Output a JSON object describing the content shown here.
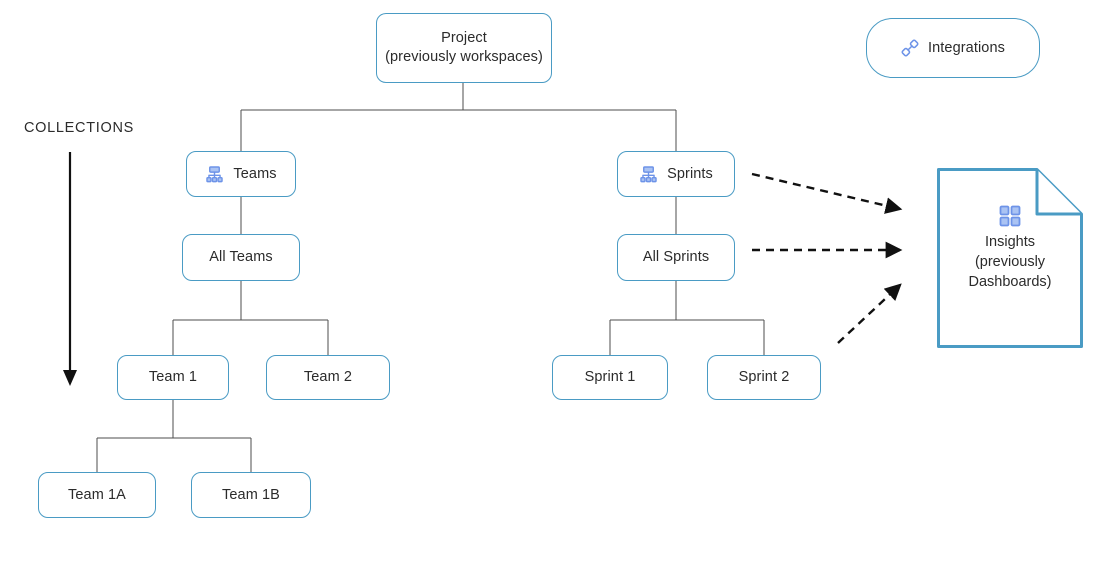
{
  "diagram": {
    "type": "hierarchy-flowchart",
    "accent_color": "#4a9bc4",
    "icon_color": "#6d93e8",
    "line_color": "#4d4d4d",
    "text_color": "#2b2b2b",
    "background": "#ffffff"
  },
  "annotations": {
    "collections_label": "COLLECTIONS"
  },
  "nodes": {
    "project": {
      "label": "Project\n(previously workspaces)",
      "shape": "rounded-rect"
    },
    "integrations": {
      "label": "Integrations",
      "icon": "link-chain-icon",
      "shape": "pill"
    },
    "teams": {
      "label": "Teams",
      "icon": "sitemap-icon",
      "shape": "rounded-rect"
    },
    "sprints": {
      "label": "Sprints",
      "icon": "sitemap-icon",
      "shape": "rounded-rect"
    },
    "all_teams": {
      "label": "All Teams",
      "shape": "rounded-rect"
    },
    "all_sprints": {
      "label": "All Sprints",
      "shape": "rounded-rect"
    },
    "team_1": {
      "label": "Team 1",
      "shape": "rounded-rect"
    },
    "team_2": {
      "label": "Team 2",
      "shape": "rounded-rect"
    },
    "team_1a": {
      "label": "Team 1A",
      "shape": "rounded-rect"
    },
    "team_1b": {
      "label": "Team 1B",
      "shape": "rounded-rect"
    },
    "sprint_1": {
      "label": "Sprint 1",
      "shape": "rounded-rect"
    },
    "sprint_2": {
      "label": "Sprint 2",
      "shape": "rounded-rect"
    },
    "insights": {
      "label": "Insights\n(previously\nDashboards)",
      "icon": "dashboard-grid-icon",
      "shape": "document"
    }
  },
  "edges": [
    {
      "from": "project",
      "to": "teams",
      "style": "solid"
    },
    {
      "from": "project",
      "to": "sprints",
      "style": "solid"
    },
    {
      "from": "teams",
      "to": "all_teams",
      "style": "solid"
    },
    {
      "from": "all_teams",
      "to": "team_1",
      "style": "solid"
    },
    {
      "from": "all_teams",
      "to": "team_2",
      "style": "solid"
    },
    {
      "from": "team_1",
      "to": "team_1a",
      "style": "solid"
    },
    {
      "from": "team_1",
      "to": "team_1b",
      "style": "solid"
    },
    {
      "from": "sprints",
      "to": "all_sprints",
      "style": "solid"
    },
    {
      "from": "all_sprints",
      "to": "sprint_1",
      "style": "solid"
    },
    {
      "from": "all_sprints",
      "to": "sprint_2",
      "style": "solid"
    },
    {
      "from": "sprints",
      "to": "insights",
      "style": "dashed-arrow"
    },
    {
      "from": "all_sprints",
      "to": "insights",
      "style": "dashed-arrow"
    },
    {
      "from": "sprint_2",
      "to": "insights",
      "style": "dashed-arrow"
    }
  ]
}
